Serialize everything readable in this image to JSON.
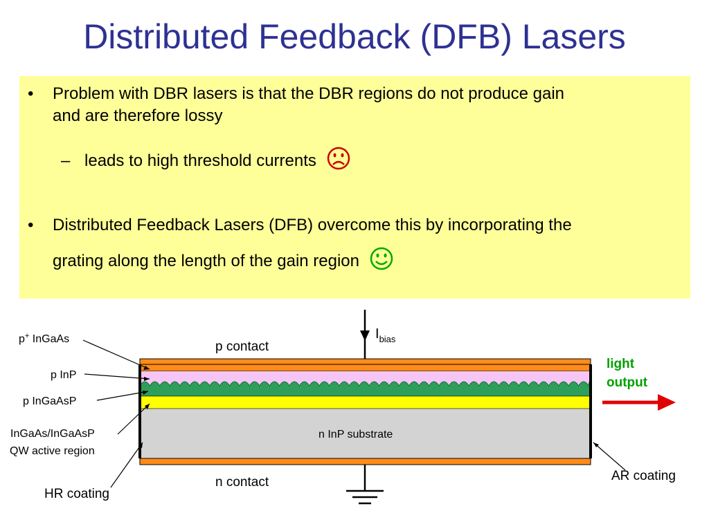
{
  "title": "Distributed Feedback (DFB) Lasers",
  "bullets": {
    "b1_line1": "Problem with DBR lasers is that the DBR regions do not produce gain",
    "b1_line2": "and are therefore lossy",
    "sub1_dash": "–",
    "sub1_text": "leads to high threshold currents",
    "b2_line1": "Distributed Feedback Lasers (DFB) overcome this by incorporating the",
    "b2_line2": "grating along the length of the gain region",
    "dot": "•"
  },
  "labels": {
    "p_plus_base": "p",
    "p_plus_sup": "+",
    "p_plus_rest": " InGaAs",
    "p_inp": "p InP",
    "p_ingaasp": "p InGaAsP",
    "qw_line1": "InGaAs/InGaAsP",
    "qw_line2": "QW active region",
    "hr_coating": "HR coating",
    "p_contact": "p contact",
    "n_contact": "n contact",
    "substrate": "n InP substrate",
    "ibias_main": "I",
    "ibias_sub": "bias",
    "light_line1": "light",
    "light_line2": "output",
    "ar_coating": "AR coating"
  },
  "colors": {
    "title": "#2e3192",
    "box_bg": "#ffff99",
    "contact": "#ff8c1a",
    "p_inp_layer": "#f5c6f5",
    "grating": "#2e9e5b",
    "ingaasp_layer": "#ffff00",
    "substrate": "#d3d3d3",
    "frown": "#cc0000",
    "smile": "#00aa00",
    "arrow": "#e00000",
    "light_text": "#00a000"
  }
}
